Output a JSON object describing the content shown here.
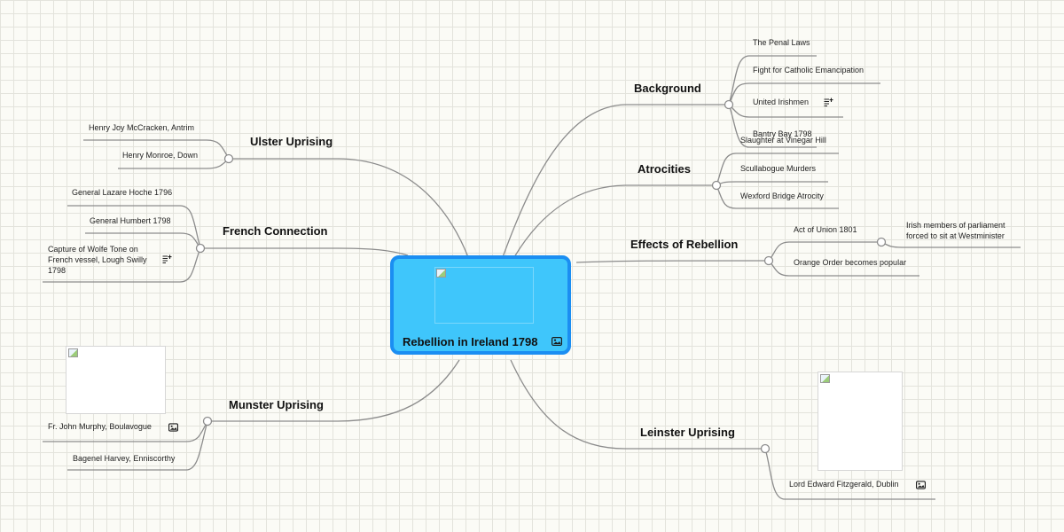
{
  "center": {
    "title": "Rebellion in Ireland 1798",
    "icon": "image-icon"
  },
  "branches": {
    "background": {
      "label": "Background",
      "items": [
        "The Penal Laws",
        "Fight for Catholic Emancipation",
        "United Irishmen",
        "Bantry Bay 1798"
      ]
    },
    "atrocities": {
      "label": "Atrocities",
      "items": [
        "Slaughter at Vinegar Hill",
        "Scullabogue Murders",
        "Wexford Bridge Atrocity"
      ]
    },
    "effects": {
      "label": "Effects of Rebellion",
      "items": [
        "Act of Union 1801",
        "Orange Order becomes popular"
      ],
      "subitem": "Irish members of parliament forced to sit at Westminister"
    },
    "leinster": {
      "label": "Leinster Uprising",
      "items": [
        "Lord Edward Fitzgerald, Dublin"
      ]
    },
    "ulster": {
      "label": "Ulster Uprising",
      "items": [
        "Henry Joy McCracken, Antrim",
        "Henry Monroe, Down"
      ]
    },
    "french": {
      "label": "French Connection",
      "items": [
        "General Lazare Hoche 1796",
        "General Humbert 1798",
        "Capture of Wolfe Tone on French vessel, Lough Swilly 1798"
      ]
    },
    "munster": {
      "label": "Munster Uprising",
      "items": [
        "Fr. John Murphy, Boulavogue",
        "Bagenel Harvey, Enniscorthy"
      ]
    }
  },
  "icons": {
    "notes": "notes-icon",
    "image": "image-icon"
  },
  "colors": {
    "center_fill": "#3fc6fb",
    "center_border": "#1b8ef2",
    "connector": "#8c8c8c"
  }
}
